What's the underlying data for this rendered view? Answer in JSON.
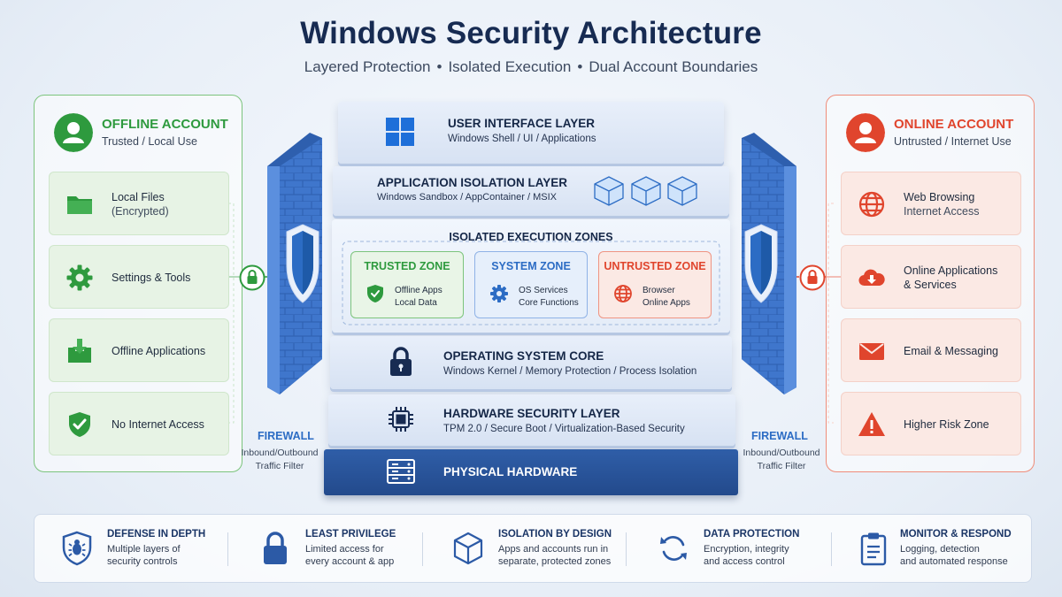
{
  "title": "Windows Security Architecture",
  "subtitle": [
    "Layered Protection",
    "Isolated Execution",
    "Dual Account Boundaries"
  ],
  "subtitle_separator": "•",
  "offline_account": {
    "title": "OFFLINE ACCOUNT",
    "subtitle": "Trusted / Local Use",
    "color": "#2e9a3e",
    "items": [
      {
        "label": "Local Files",
        "sublabel": "(Encrypted)",
        "icon": "folder-icon"
      },
      {
        "label": "Settings & Tools",
        "sublabel": "",
        "icon": "gear-icon"
      },
      {
        "label": "Offline Applications",
        "sublabel": "",
        "icon": "download-box-icon"
      },
      {
        "label": "No Internet Access",
        "sublabel": "",
        "icon": "shield-check-icon"
      }
    ]
  },
  "online_account": {
    "title": "ONLINE ACCOUNT",
    "subtitle": "Untrusted / Internet Use",
    "color": "#e0452d",
    "items": [
      {
        "label": "Web Browsing",
        "sublabel": "Internet Access",
        "icon": "globe-icon"
      },
      {
        "label": "Online Applications",
        "sublabel": "& Services",
        "icon": "cloud-download-icon"
      },
      {
        "label": "Email & Messaging",
        "sublabel": "",
        "icon": "envelope-icon"
      },
      {
        "label": "Higher Risk Zone",
        "sublabel": "",
        "icon": "warning-icon"
      }
    ]
  },
  "firewall": {
    "label": "FIREWALL",
    "sub1": "Inbound/Outbound",
    "sub2": "Traffic Filter"
  },
  "layers": {
    "ui": {
      "title": "USER INTERFACE LAYER",
      "sub": "Windows Shell / UI / Applications",
      "icon": "windows-logo-icon"
    },
    "app_isolation": {
      "title": "APPLICATION ISOLATION LAYER",
      "sub": "Windows Sandbox / AppContainer / MSIX",
      "icon": "cube-icon"
    },
    "zones": {
      "title": "ISOLATED EXECUTION ZONES",
      "trusted": {
        "title": "TRUSTED ZONE",
        "line1": "Offline Apps",
        "line2": "Local Data",
        "color": "#2e9a3e"
      },
      "system": {
        "title": "SYSTEM ZONE",
        "line1": "OS Services",
        "line2": "Core Functions",
        "color": "#2c6cc4"
      },
      "untrusted": {
        "title": "UNTRUSTED ZONE",
        "line1": "Browser",
        "line2": "Online Apps",
        "color": "#e0452d"
      }
    },
    "os_core": {
      "title": "OPERATING SYSTEM CORE",
      "sub": "Windows Kernel / Memory Protection / Process Isolation",
      "icon": "padlock-icon"
    },
    "hardware_security": {
      "title": "HARDWARE SECURITY LAYER",
      "sub": "TPM 2.0 / Secure Boot / Virtualization-Based Security",
      "icon": "chip-icon"
    },
    "physical": {
      "title": "PHYSICAL HARDWARE",
      "icon": "server-icon"
    }
  },
  "principles": [
    {
      "title": "DEFENSE IN DEPTH",
      "line1": "Multiple layers of",
      "line2": "security controls",
      "icon": "shield-bug-icon"
    },
    {
      "title": "LEAST PRIVILEGE",
      "line1": "Limited access for",
      "line2": "every account & app",
      "icon": "padlock-icon"
    },
    {
      "title": "ISOLATION BY DESIGN",
      "line1": "Apps and accounts run in",
      "line2": "separate, protected zones",
      "icon": "cube-icon"
    },
    {
      "title": "DATA PROTECTION",
      "line1": "Encryption, integrity",
      "line2": "and access control",
      "icon": "sync-icon"
    },
    {
      "title": "MONITOR & RESPOND",
      "line1": "Logging, detection",
      "line2": "and automated response",
      "icon": "clipboard-icon"
    }
  ],
  "colors": {
    "green": "#2e9a3e",
    "red": "#e0452d",
    "blue": "#2c6cc4",
    "navy": "#172b52"
  }
}
